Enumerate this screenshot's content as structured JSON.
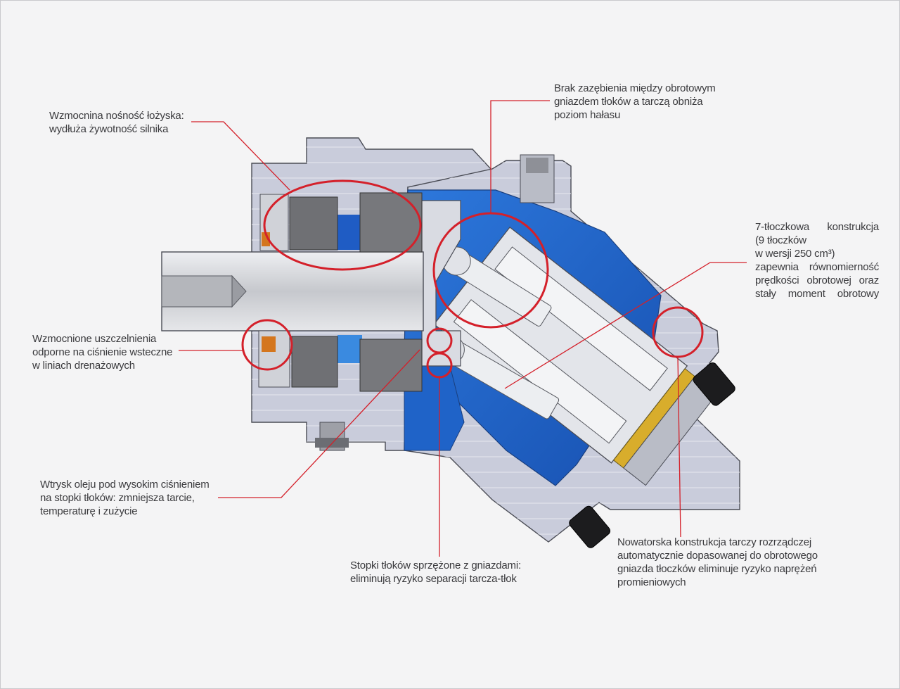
{
  "colors": {
    "leader": "#d4202a",
    "housing": "#c8cbda",
    "blue_chamber": "#1f63c8",
    "steel": "#dfe1e6",
    "dark_part": "#6f7074",
    "brass": "#d8ad2c"
  },
  "callouts": [
    {
      "id": "bearing",
      "lines": [
        "Wzmocnina nośność łożyska:",
        "wydłuża żywotność silnika"
      ]
    },
    {
      "id": "no-mesh",
      "lines": [
        "Brak zazębienia między obrotowym",
        "gniazdem tłoków a tarczą obniża",
        "poziom hałasu"
      ]
    },
    {
      "id": "pistons",
      "lines": [
        "7-tłoczkowa konstrukcja",
        "(9 tłoczków",
        "w wersji 250 cm³)",
        "zapewnia równomierność",
        "prędkości obrotowej oraz",
        "stały moment obrotowy"
      ]
    },
    {
      "id": "seals",
      "lines": [
        "Wzmocnione uszczelnienia",
        "odporne na ciśnienie wsteczne",
        "w liniach drenażowych"
      ]
    },
    {
      "id": "oil",
      "lines": [
        "Wtrysk oleju pod wysokim ciśnieniem",
        "na stopki tłoków: zmniejsza tarcie,",
        "temperaturę i zużycie"
      ]
    },
    {
      "id": "feet",
      "lines": [
        "Stopki tłoków sprzężone z gniazdami:",
        "eliminują ryzyko separacji tarcza-tłok"
      ]
    },
    {
      "id": "plate",
      "lines": [
        "Nowatorska konstrukcja tarczy rozrządczej",
        "automatycznie dopasowanej do obrotowego",
        "gniazda tłoczków eliminuje ryzyko naprężeń",
        "promieniowych"
      ]
    }
  ]
}
